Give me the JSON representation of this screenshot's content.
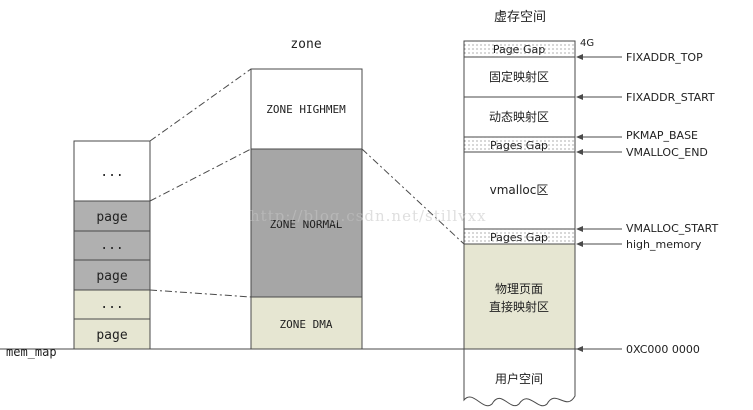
{
  "titles": {
    "zone": "zone",
    "virtual_space": "虚存空间"
  },
  "mem_map": {
    "label": "mem_map",
    "cells": [
      {
        "label": "...",
        "color": "#ffffff"
      },
      {
        "label": "page",
        "color": "#b0b0b0"
      },
      {
        "label": "...",
        "color": "#b0b0b0"
      },
      {
        "label": "page",
        "color": "#b0b0b0"
      },
      {
        "label": "...",
        "color": "#e6e6d2"
      },
      {
        "label": "page",
        "color": "#e6e6d2"
      }
    ]
  },
  "zones": [
    {
      "label": "ZONE HIGHMEM",
      "color": "#ffffff"
    },
    {
      "label": "ZONE NORMAL",
      "color": "#a6a6a6"
    },
    {
      "label": "ZONE DMA",
      "color": "#e6e6d2"
    }
  ],
  "virtual": {
    "top_label": "4G",
    "blocks": [
      {
        "label": "Page Gap",
        "type": "gap"
      },
      {
        "label": "固定映射区",
        "type": "white"
      },
      {
        "label": "动态映射区",
        "type": "white"
      },
      {
        "label": "Pages Gap",
        "type": "gap"
      },
      {
        "label": "vmalloc区",
        "type": "white"
      },
      {
        "label": "Pages Gap",
        "type": "gap"
      },
      {
        "label": "物理页面",
        "label2": "直接映射区",
        "type": "beige"
      },
      {
        "label": "用户空间",
        "type": "white"
      }
    ]
  },
  "markers": [
    {
      "label": "FIXADDR_TOP"
    },
    {
      "label": "FIXADDR_START"
    },
    {
      "label": "PKMAP_BASE"
    },
    {
      "label": "VMALLOC_END"
    },
    {
      "label": "VMALLOC_START"
    },
    {
      "label": "high_memory"
    },
    {
      "label": "0XC000 0000"
    }
  ],
  "watermark": "http://blog.csdn.net/stillvxx",
  "colors": {
    "line": "#4a4a4a",
    "gap_dot": "#777777",
    "beige": "#e6e6d2"
  }
}
